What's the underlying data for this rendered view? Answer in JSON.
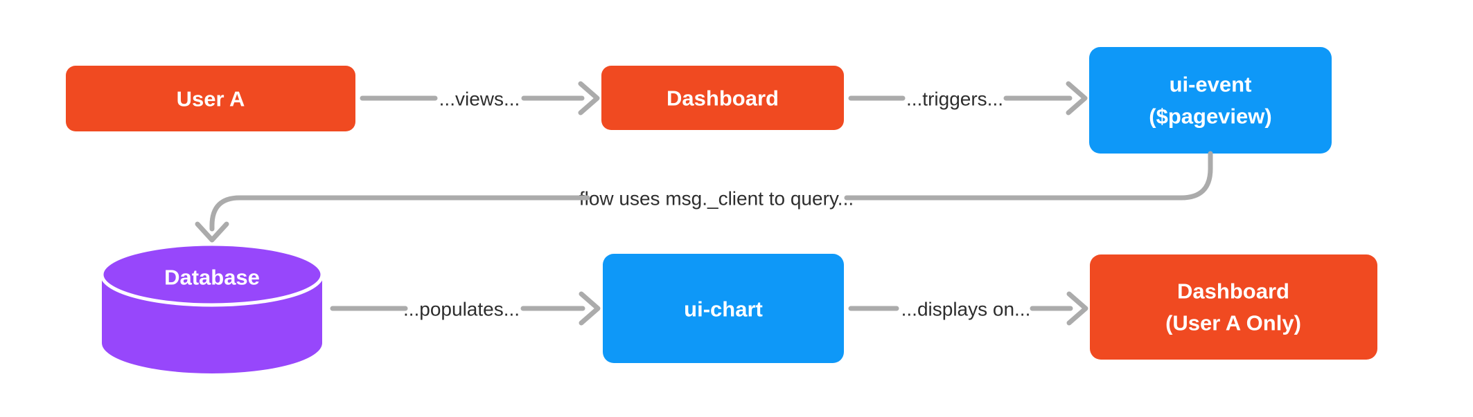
{
  "colors": {
    "node_orange": "#F04A21",
    "node_blue": "#0E98F8",
    "node_purple": "#9747FB",
    "arrow_gray": "#ABABAB",
    "edge_label_text": "#2D2D2D",
    "node_text": "#FFFFFF",
    "background": "#FFFFFF"
  },
  "nodes": {
    "user_a": {
      "label": "User A"
    },
    "dashboard_top": {
      "label": "Dashboard"
    },
    "ui_event": {
      "line1": "ui-event",
      "line2": "($pageview)"
    },
    "database": {
      "label": "Database"
    },
    "ui_chart": {
      "label": "ui-chart"
    },
    "dashboard_user_a": {
      "line1": "Dashboard",
      "line2": "(User A Only)"
    }
  },
  "edges": {
    "views": {
      "label": "...views..."
    },
    "triggers": {
      "label": "...triggers..."
    },
    "query": {
      "label": "flow uses msg._client to query..."
    },
    "populates": {
      "label": "...populates..."
    },
    "displays_on": {
      "label": "...displays on..."
    }
  }
}
